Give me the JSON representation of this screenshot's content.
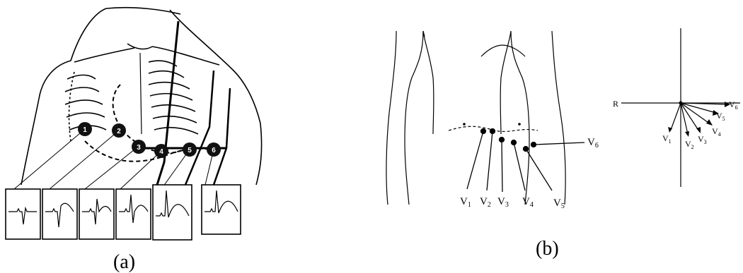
{
  "panel_a": {
    "caption": "(a)",
    "electrode_numbers": [
      "1",
      "2",
      "3",
      "4",
      "5",
      "6"
    ]
  },
  "panel_b": {
    "caption": "(b)",
    "leads": [
      {
        "base": "V",
        "sub": "1"
      },
      {
        "base": "V",
        "sub": "2"
      },
      {
        "base": "V",
        "sub": "3"
      },
      {
        "base": "V",
        "sub": "4"
      },
      {
        "base": "V",
        "sub": "5"
      },
      {
        "base": "V",
        "sub": "6"
      }
    ],
    "axis_label": "R",
    "vector_labels": [
      {
        "base": "V",
        "sub": "6"
      },
      {
        "base": "V",
        "sub": "5"
      },
      {
        "base": "V",
        "sub": "4"
      },
      {
        "base": "V",
        "sub": "3"
      },
      {
        "base": "V",
        "sub": "2"
      },
      {
        "base": "V",
        "sub": "1"
      }
    ]
  }
}
